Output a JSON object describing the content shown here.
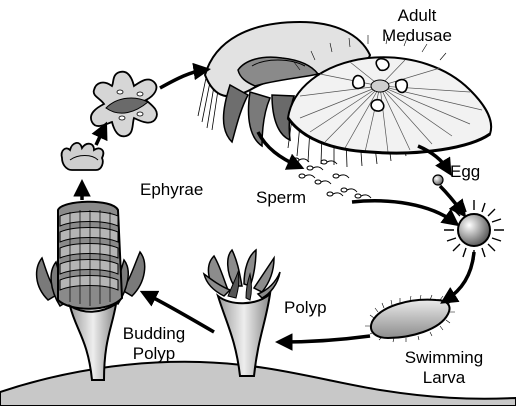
{
  "labels": {
    "adult_medusae": [
      "Adult",
      "Medusae"
    ],
    "ephyrae": "Ephyrae",
    "sperm": "Sperm",
    "egg": "Egg",
    "polyp": "Polyp",
    "budding_polyp": [
      "Budding",
      "Polyp"
    ],
    "swimming_larva": [
      "Swimming",
      "Larva"
    ]
  },
  "colors": {
    "outline": "#000000",
    "dark_gray": "#6e6e6e",
    "mid_gray": "#9a9a9a",
    "light_gray": "#d4d4d4",
    "ground": "#c8c8c8"
  }
}
